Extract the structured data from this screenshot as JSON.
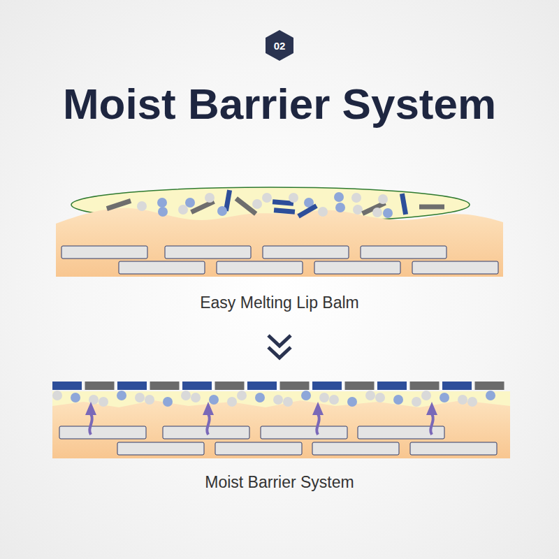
{
  "diagram": {
    "title": "Moist Barrier System",
    "nodes": [
      {
        "text": [
          "02"
        ]
      }
    ],
    "labels": [
      "Easy Melting Lip Balm",
      "Moist Barrier System"
    ]
  }
}
